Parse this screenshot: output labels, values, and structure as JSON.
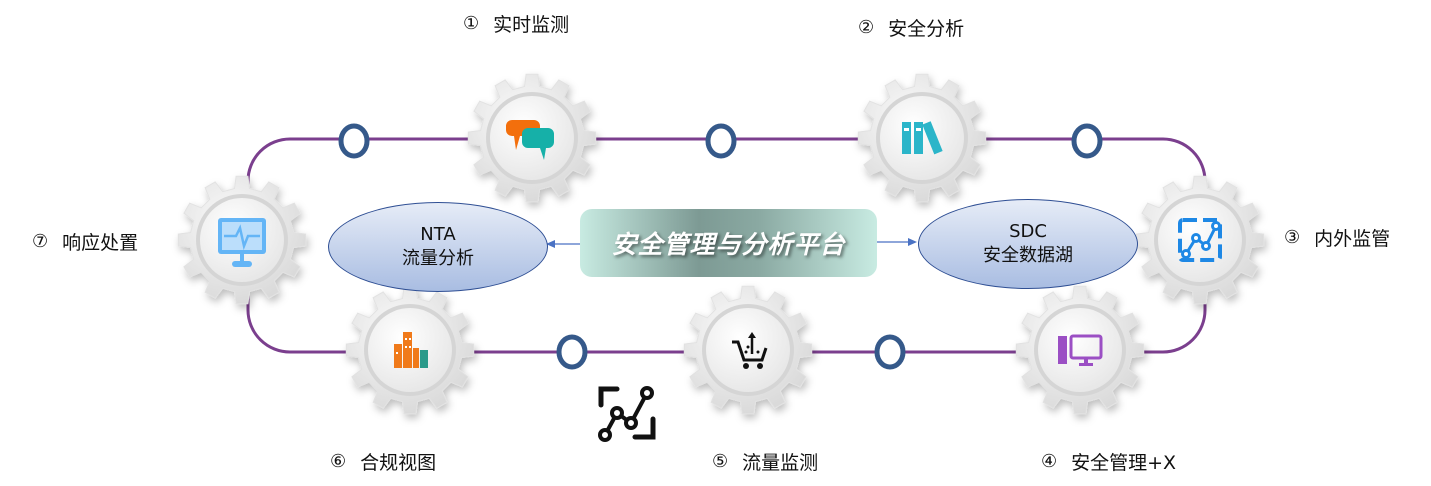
{
  "center": {
    "title": "安全管理与分析平台"
  },
  "left_node": {
    "line1": "NTA",
    "line2": "流量分析"
  },
  "right_node": {
    "line1": "SDC",
    "line2": "安全数据湖"
  },
  "steps": [
    {
      "num": "①",
      "label": "实时监测",
      "icon": "chat-bubbles-icon"
    },
    {
      "num": "②",
      "label": "安全分析",
      "icon": "binders-icon"
    },
    {
      "num": "③",
      "label": "内外监管",
      "icon": "line-chart-icon"
    },
    {
      "num": "④",
      "label": "安全管理+X",
      "icon": "computer-icon"
    },
    {
      "num": "⑤",
      "label": "流量监测",
      "icon": "cart-upload-icon"
    },
    {
      "num": "⑥",
      "label": "合规视图",
      "icon": "buildings-icon"
    },
    {
      "num": "⑦",
      "label": "响应处置",
      "icon": "monitor-pulse-icon"
    }
  ],
  "colors": {
    "track": "#7b3f8e",
    "ring": "#35598a",
    "arrow": "#4a72c4"
  }
}
